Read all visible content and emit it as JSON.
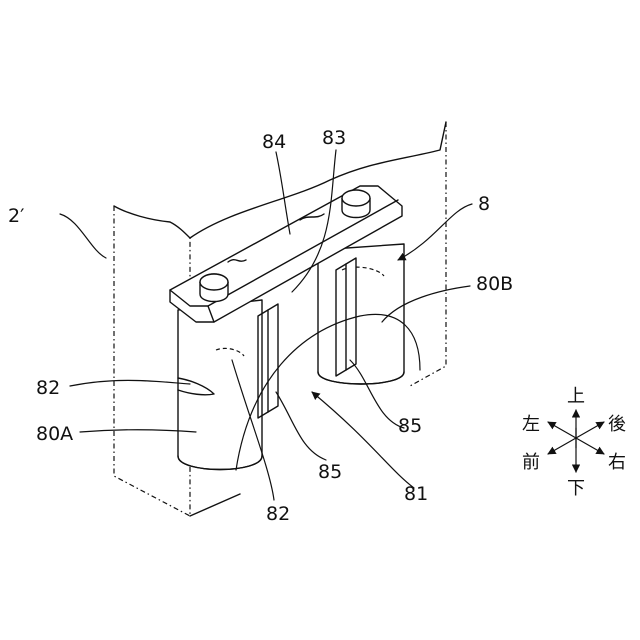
{
  "labels": {
    "ref_2prime": "2′",
    "ref_84": "84",
    "ref_83": "83",
    "ref_8": "8",
    "ref_80B": "80B",
    "ref_82_left": "82",
    "ref_80A": "80A",
    "ref_85_right": "85",
    "ref_85_bottom": "85",
    "ref_81": "81",
    "ref_82_bottom": "82"
  },
  "directions": {
    "up": "上",
    "down": "下",
    "left": "左",
    "right": "右",
    "front": "前",
    "back": "後"
  }
}
